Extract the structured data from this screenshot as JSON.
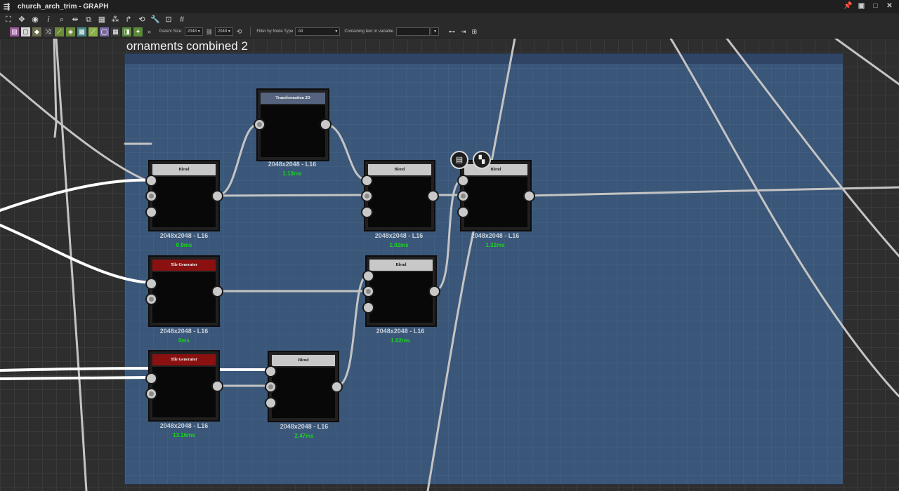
{
  "window": {
    "title": "church_arch_trim - GRAPH"
  },
  "toolbar2": {
    "parent_size_label": "Parent Size:",
    "size_a": "2048",
    "size_b": "2048",
    "filter_label": "Filter by Node Type",
    "filter_value": "All",
    "containing_label": "Containing text or variable",
    "containing_value": ""
  },
  "frame": {
    "title": "ornaments combined 2"
  },
  "nodes": [
    {
      "name": "Blend",
      "resolution": "2048x2048 - L16",
      "time": "0.9ms"
    },
    {
      "name": "Transformation 2D",
      "resolution": "2048x2048 - L16",
      "time": "1.13ms"
    },
    {
      "name": "Blend",
      "resolution": "2048x2048 - L16",
      "time": "1.02ms"
    },
    {
      "name": "Blend",
      "resolution": "2048x2048 - L16",
      "time": "1.32ms"
    },
    {
      "name": "Tile Generator",
      "resolution": "2048x2048 - L16",
      "time": "0ms"
    },
    {
      "name": "Blend",
      "resolution": "2048x2048 - L16",
      "time": "1.02ms"
    },
    {
      "name": "Tile Generator",
      "resolution": "2048x2048 - L16",
      "time": "13.16ms"
    },
    {
      "name": "Blend",
      "resolution": "2048x2048 - L16",
      "time": "2.47ms"
    }
  ],
  "colors": {
    "frame": "#3a5678",
    "time_text": "#19d81c",
    "tile_header": "#8b1111",
    "transform_header": "#56637f"
  }
}
